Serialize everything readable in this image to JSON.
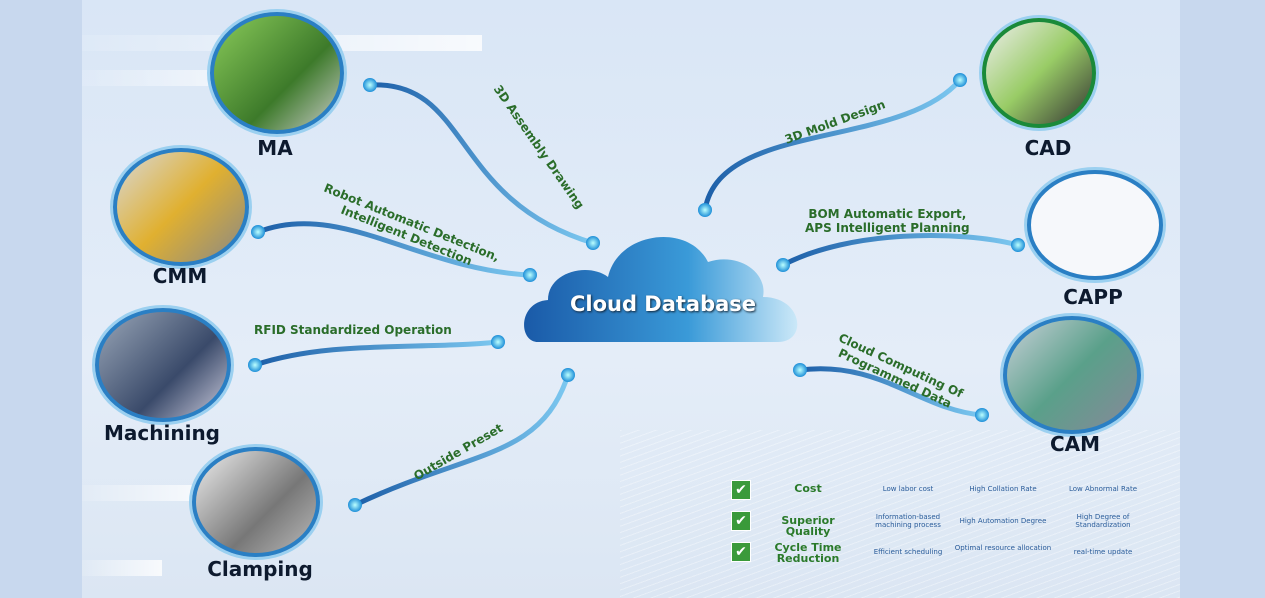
{
  "center": "Cloud Database",
  "nodes": {
    "ma": "MA",
    "cmm": "CMM",
    "machining": "Machining",
    "clamping": "Clamping",
    "cad": "CAD",
    "capp": "CAPP",
    "cam": "CAM"
  },
  "edges": {
    "ma": "3D Assembly Drawing",
    "cmm_1": "Robot Automatic Detection,",
    "cmm_2": "Intelligent Detection",
    "machining": "RFID Standardized Operation",
    "clamping": "Outside Preset",
    "cad": "3D Mold Design",
    "capp_1": "BOM Automatic Export,",
    "capp_2": "APS Intelligent Planning",
    "cam_1": "Cloud Computing Of",
    "cam_2": "Programmed Data"
  },
  "benefits": [
    {
      "title": "Cost",
      "cells": [
        "Low labor cost",
        "High Collation Rate",
        "Low Abnormal Rate"
      ]
    },
    {
      "title": "Superior Quality",
      "cells": [
        "Information-based machining process",
        "High Automation Degree",
        "High Degree of Standardization"
      ]
    },
    {
      "title": "Cycle Time Reduction",
      "cells": [
        "Efficient scheduling",
        "Optimal resource allocation",
        "real-time update"
      ]
    }
  ],
  "colors": {
    "accent": "#2a7fc4",
    "label_green": "#2a6d2a",
    "check_green": "#3a9a3a"
  }
}
